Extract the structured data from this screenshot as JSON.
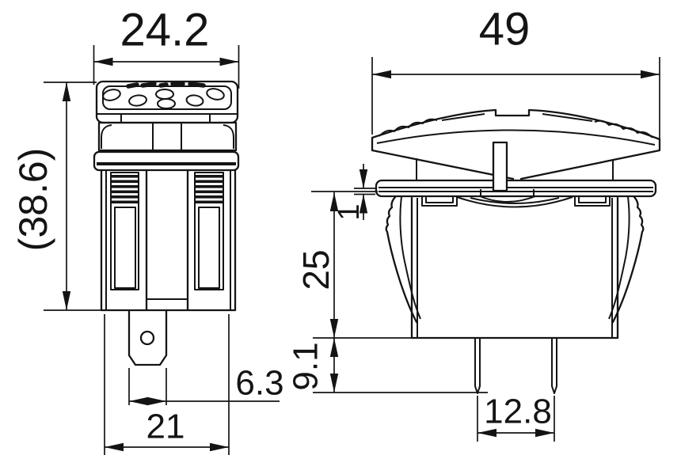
{
  "drawing": {
    "component": "rocker-switch-dimension-drawing",
    "colors": {
      "background": "#ffffff",
      "line": "#141414"
    },
    "front_view": {
      "dim_width": "24.2",
      "dim_height": "(38.6)",
      "dim_terminal_width": "6.3",
      "dim_lower_body_width": "21"
    },
    "side_view": {
      "dim_width": "49",
      "dim_lip": "1",
      "dim_body_depth": "25",
      "dim_terminal_length": "9.1",
      "dim_pin_spacing": "12.8"
    }
  }
}
